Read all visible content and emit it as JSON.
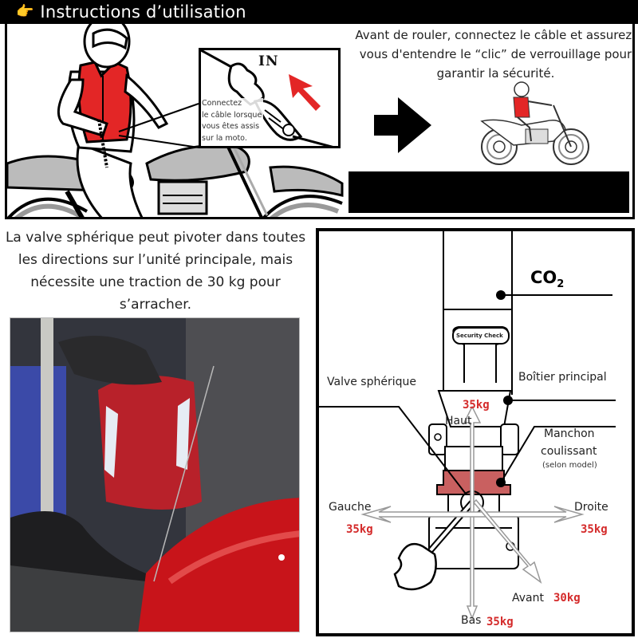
{
  "header": {
    "icon": "pointing-hand-icon",
    "icon_glyph": "👉",
    "title": "Instructions d’utilisation"
  },
  "top_panel": {
    "caption": "Avant de rouler, connectez le câble et assurez-vous d'entendre le “clic” de verrouillage pour garantir la sécurité.",
    "callout": {
      "in_label": "IN",
      "connect_text_lines": [
        "Connectez",
        "le câble lorsque",
        "vous êtes assis",
        "sur la moto."
      ]
    }
  },
  "left_section": {
    "caption": "La valve sphérique peut pivoter dans toutes les directions sur l’unité principale, mais nécessite une traction de 30 kg pour s’arracher."
  },
  "diagram": {
    "co2_label": "CO",
    "co2_sub": "2",
    "security_check": "Security Check",
    "valve_label": "Valve sphérique",
    "housing_label": "Boîtier principal",
    "sleeve_label_line1": "Manchon",
    "sleeve_label_line2": "coulissant",
    "sleeve_note": "(selon model)",
    "directions": {
      "up": {
        "label": "Haut",
        "force": "35kg"
      },
      "left": {
        "label": "Gauche",
        "force": "35kg"
      },
      "right": {
        "label": "Droite",
        "force": "35kg"
      },
      "forward": {
        "label": "Avant",
        "force": "30kg"
      },
      "down": {
        "label": "Bas",
        "force": "35kg"
      }
    },
    "colors": {
      "force_text": "#d42a2a",
      "sleeve_fill": "#c96060",
      "vest_red": "#e32626"
    }
  }
}
